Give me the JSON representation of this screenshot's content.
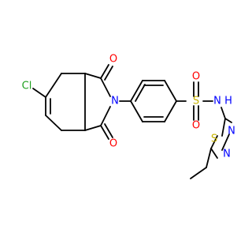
{
  "molecule": {
    "atom_labels": {
      "chlorine": "Cl",
      "oxygen_top": "O",
      "oxygen_bottom": "O",
      "nitrogen_imide": "N",
      "sulfur_sulfonyl": "S",
      "oxygen_sulfonyl_top": "O",
      "oxygen_sulfonyl_bottom": "O",
      "nh": "N",
      "h": "H",
      "sulfur_ring": "S",
      "nitrogen_ring_1": "N",
      "nitrogen_ring_2": "N"
    },
    "colors": {
      "bond": "#000000",
      "chlorine": "#1fa01f",
      "oxygen": "#ff0000",
      "nitrogen": "#0000ff",
      "sulfur": "#c8b400",
      "carbon": "#000000"
    }
  }
}
